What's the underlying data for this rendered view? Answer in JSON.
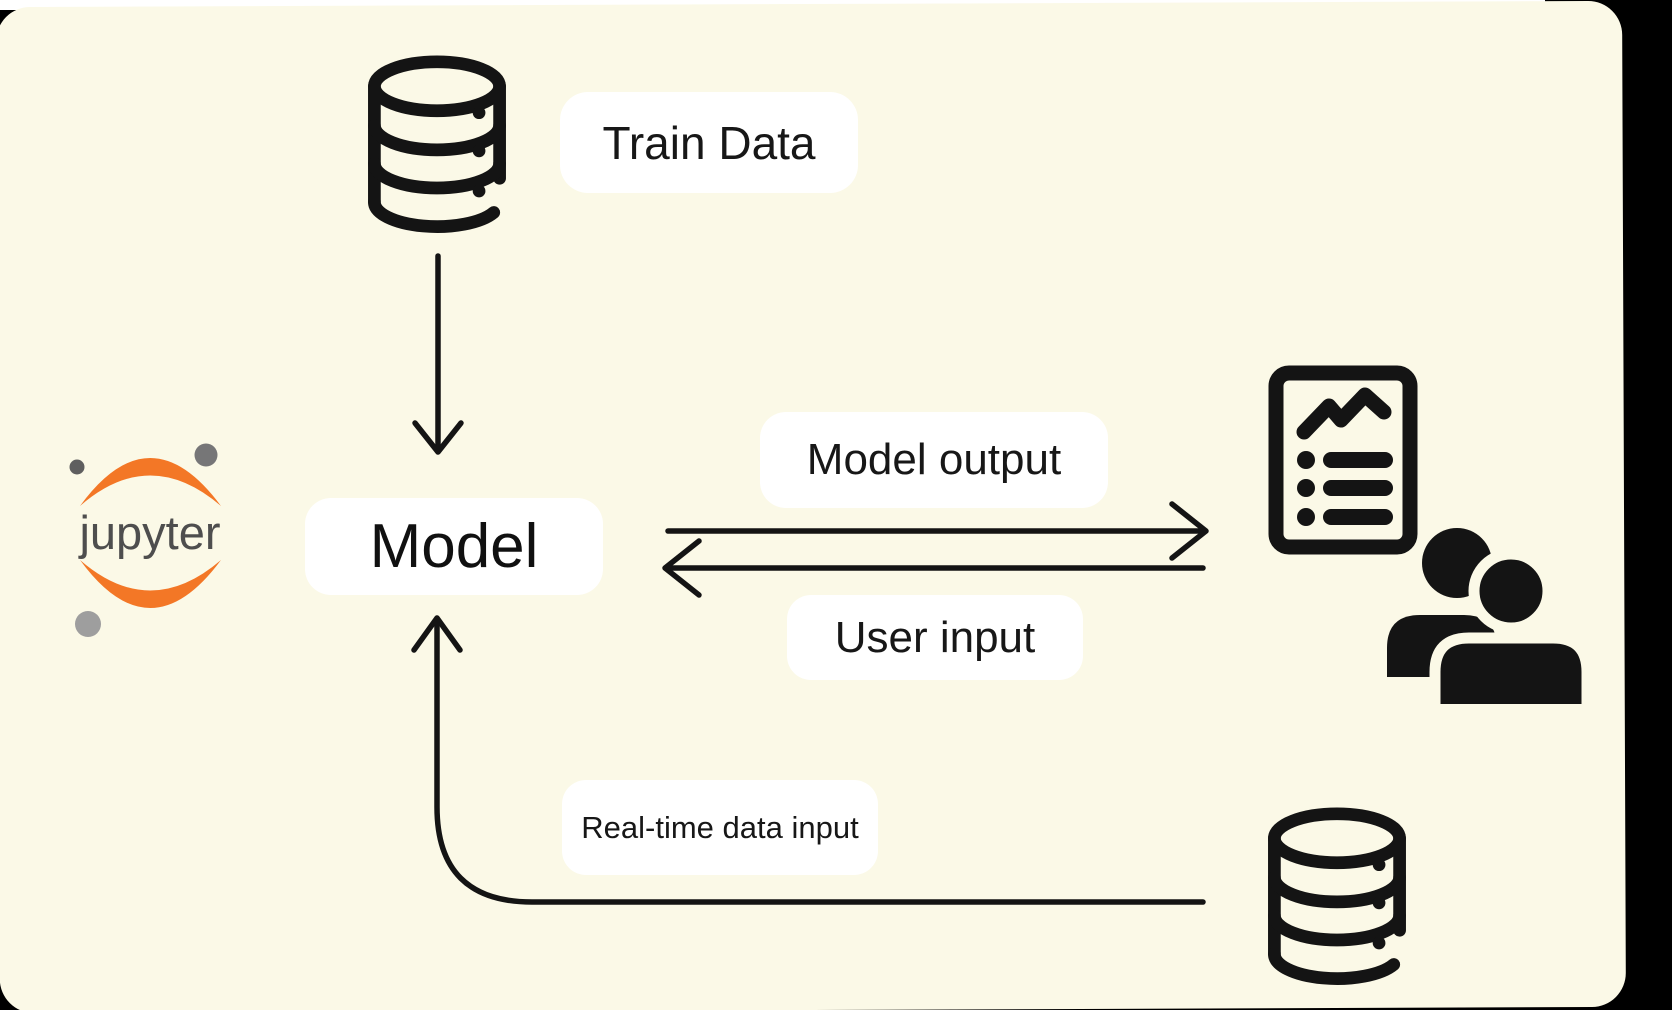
{
  "diagram": {
    "model_node": "Model",
    "labels": {
      "train_data": "Train Data",
      "model_output": "Model output",
      "user_input": "User input",
      "realtime_input": "Real-time data input"
    },
    "jupyter_wordmark": "jupyter",
    "icons": {
      "train_database": "database-icon",
      "realtime_database": "database-icon",
      "report": "report-chart-icon",
      "users": "users-icon",
      "jupyter": "jupyter-logo"
    },
    "edges": [
      {
        "id": "train-to-model",
        "from": "train-database",
        "to": "model",
        "direction": "down",
        "label": "Train Data"
      },
      {
        "id": "model-to-users",
        "from": "model",
        "to": "report-users",
        "direction": "right",
        "label": "Model output"
      },
      {
        "id": "users-to-model",
        "from": "report-users",
        "to": "model",
        "direction": "left",
        "label": "User input"
      },
      {
        "id": "realtime-to-model",
        "from": "realtime-database",
        "to": "model",
        "direction": "up",
        "label": "Real-time data input"
      }
    ]
  },
  "colors": {
    "canvas_bg": "#FBF9E7",
    "outer_bg": "#000000",
    "top_sliver": "#FFFFFF",
    "label_bg": "#FFFFFF",
    "ink": "#141414",
    "jupyter_orange": "#F37726",
    "jupyter_gray": "#4E4E4E",
    "jupyter_dot_dark": "#5F5F5F",
    "jupyter_dot_mid": "#767677",
    "jupyter_dot_light": "#9E9E9E"
  }
}
